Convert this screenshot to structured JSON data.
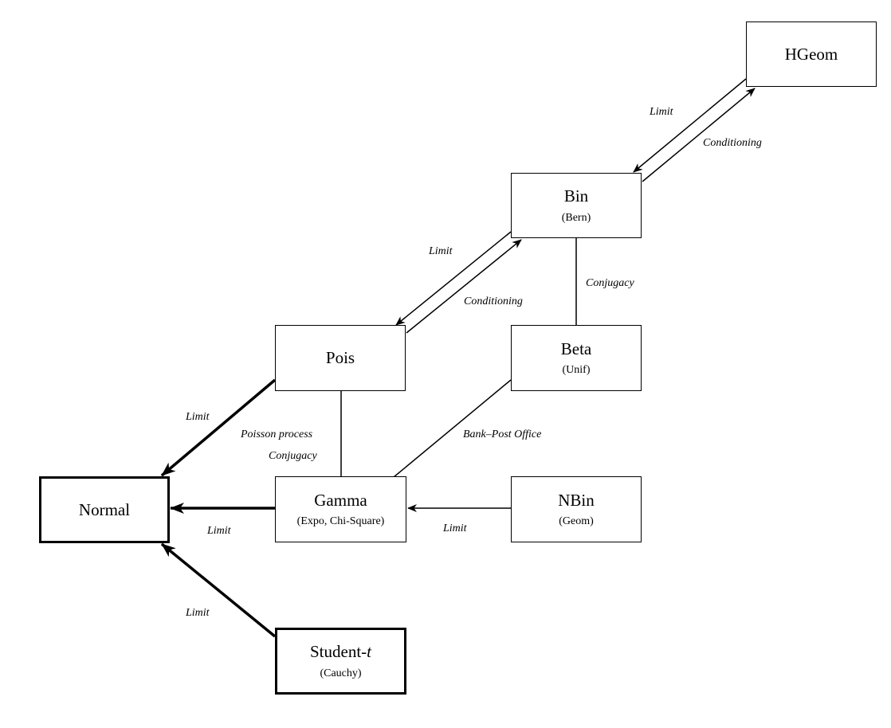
{
  "nodes": {
    "hgeom": {
      "name": "HGeom"
    },
    "bin": {
      "name": "Bin",
      "sub": "(Bern)"
    },
    "pois": {
      "name": "Pois"
    },
    "beta": {
      "name": "Beta",
      "sub": "(Unif)"
    },
    "normal": {
      "name": "Normal"
    },
    "gamma": {
      "name": "Gamma",
      "sub": "(Expo, Chi-Square)"
    },
    "nbin": {
      "name": "NBin",
      "sub": "(Geom)"
    },
    "student": {
      "name_prefix": "Student-",
      "name_var": "t",
      "sub": "(Cauchy)"
    }
  },
  "edges": {
    "hgeom_bin_limit": "Limit",
    "bin_hgeom_conditioning": "Conditioning",
    "bin_pois_limit": "Limit",
    "pois_bin_conditioning": "Conditioning",
    "bin_beta_conjugacy": "Conjugacy",
    "pois_normal_limit": "Limit",
    "pois_gamma_process": "Poisson process",
    "pois_gamma_conjugacy": "Conjugacy",
    "beta_gamma_bank": "Bank–Post Office",
    "gamma_normal_limit": "Limit",
    "nbin_gamma_limit": "Limit",
    "student_normal_limit": "Limit"
  }
}
